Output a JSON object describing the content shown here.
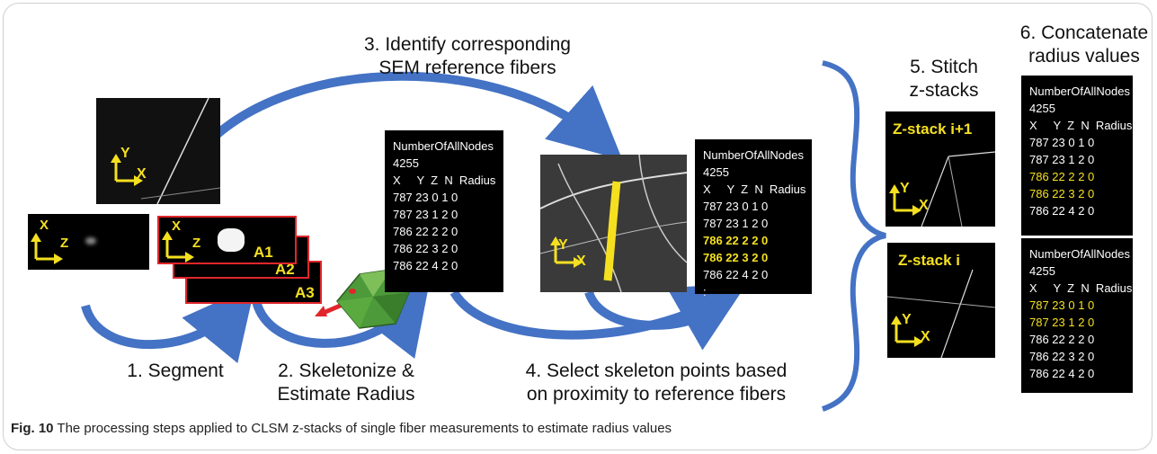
{
  "steps": {
    "s1": "1. Segment",
    "s2a": "2. Skeletonize &",
    "s2b": "Estimate Radius",
    "s3a": "3. Identify corresponding",
    "s3b": "SEM reference fibers",
    "s4a": "4. Select skeleton points based",
    "s4b": "on proximity to reference fibers",
    "s5a": "5. Stitch",
    "s5b": "z-stacks",
    "s6a": "6. Concatenate",
    "s6b": "radius values"
  },
  "axes": {
    "x": "X",
    "y": "Y",
    "z": "Z"
  },
  "regions": {
    "a1": "A1",
    "a2": "A2",
    "a3": "A3"
  },
  "zstacks": {
    "upper": "Z-stack i+1",
    "lower": "Z-stack i"
  },
  "table": {
    "title": "NumberOfAllNodes",
    "count": "4255",
    "header": "X     Y  Z  N  Radius",
    "r1": "787 23 0 1 0",
    "r2": "787 23 1 2 0",
    "r3": "786 22 2 2 0",
    "r4": "786 22 3 2 0",
    "r5": "786 22 4 2 0",
    "ellipsis": ":"
  },
  "caption": {
    "label": "Fig. 10",
    "text": " The processing steps applied to CLSM z-stacks of single fiber measurements to estimate radius values"
  },
  "colors": {
    "arrow": "#4472c4",
    "highlight": "#f5e020",
    "region_border": "#e0262b"
  }
}
